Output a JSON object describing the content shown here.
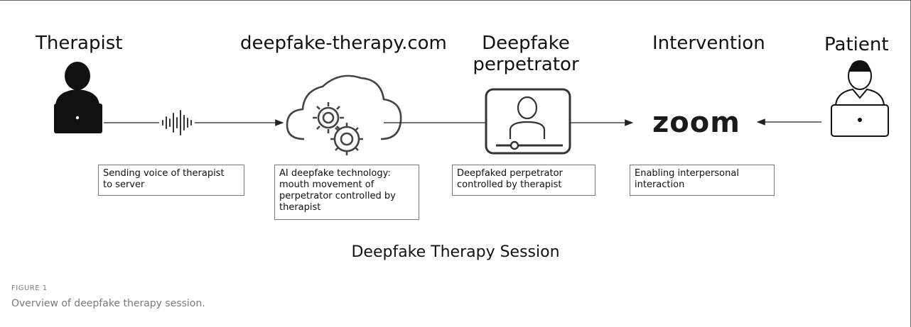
{
  "nodes": {
    "therapist": {
      "title": "Therapist",
      "icon": "person-laptop-icon"
    },
    "server": {
      "title": "deepfake-therapy.com",
      "icon": "cloud-gears-icon"
    },
    "perpetrator": {
      "title_line1": "Deepfake",
      "title_line2": "perpetrator",
      "icon": "video-person-icon"
    },
    "intervention": {
      "title": "Intervention",
      "logo_text": "zoom"
    },
    "patient": {
      "title": "Patient",
      "icon": "person-laptop-outline-icon"
    }
  },
  "captions": {
    "sending": [
      "Sending voice of therapist",
      "to server"
    ],
    "ai": [
      "AI deepfake technology:",
      "mouth movement of",
      "perpetrator controlled by",
      "therapist"
    ],
    "deepfaked": [
      "Deepfaked perpetrator",
      "controlled by therapist"
    ],
    "enabling": [
      "Enabling interpersonal",
      "interaction"
    ]
  },
  "session_title": "Deepfake Therapy Session",
  "figure": {
    "label": "FIGURE 1",
    "caption": "Overview of deepfake therapy session."
  },
  "colors": {
    "icon": "#111111",
    "line": "#222222",
    "caption_text": "#7a7a7a"
  }
}
